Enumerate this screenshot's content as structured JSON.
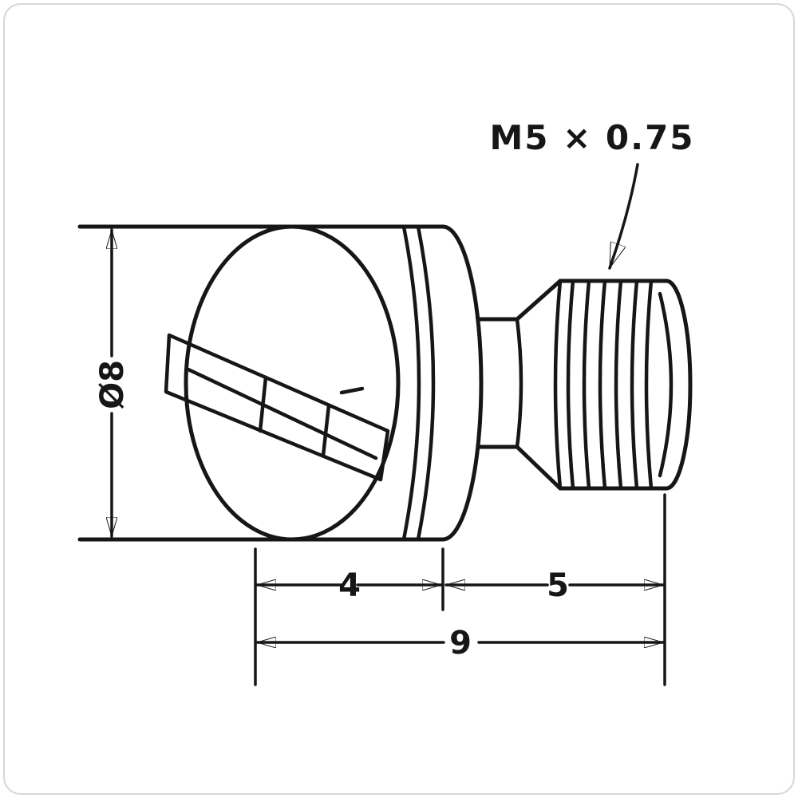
{
  "labels": {
    "thread_callout": "M5 × 0.75",
    "diameter": "Ø8",
    "head_length": "4",
    "thread_length": "5",
    "overall_length": "9"
  },
  "colors": {
    "line": "#161616",
    "background": "#ffffff",
    "frame": "#d6d6d6"
  }
}
